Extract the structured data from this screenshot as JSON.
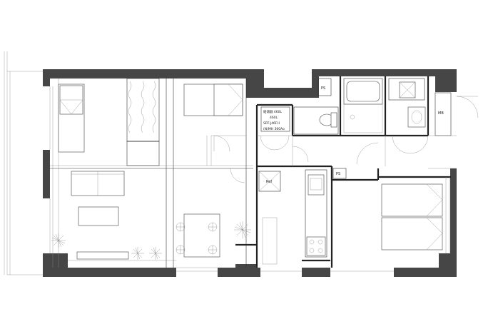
{
  "labels": {
    "ps_top": "PS",
    "ps_mid": "PS",
    "mb": "MB",
    "ref": "Ref",
    "water_heater_line1": "給湯器 460L",
    "water_heater_line2": "460L",
    "water_heater_line3": "SRT-J46FH",
    "water_heater_line4": "(N)MH 360Ao"
  },
  "colors": {
    "wall": "#464646",
    "line": "#333333",
    "background": "#ffffff"
  }
}
